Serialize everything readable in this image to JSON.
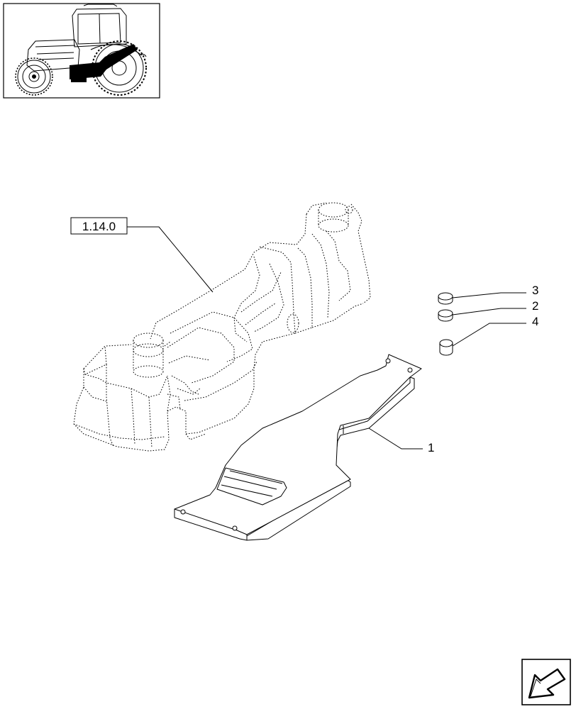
{
  "diagram": {
    "reference_label": "1.14.0",
    "callouts": [
      {
        "id": "1",
        "label": "1"
      },
      {
        "id": "2",
        "label": "2"
      },
      {
        "id": "3",
        "label": "3"
      },
      {
        "id": "4",
        "label": "4"
      }
    ]
  },
  "icons": {
    "thumbnail": "tractor-thumbnail-icon",
    "nav": "next-page-arrow-icon"
  },
  "colors": {
    "line": "#000000",
    "background": "#ffffff",
    "highlight": "#000000"
  }
}
